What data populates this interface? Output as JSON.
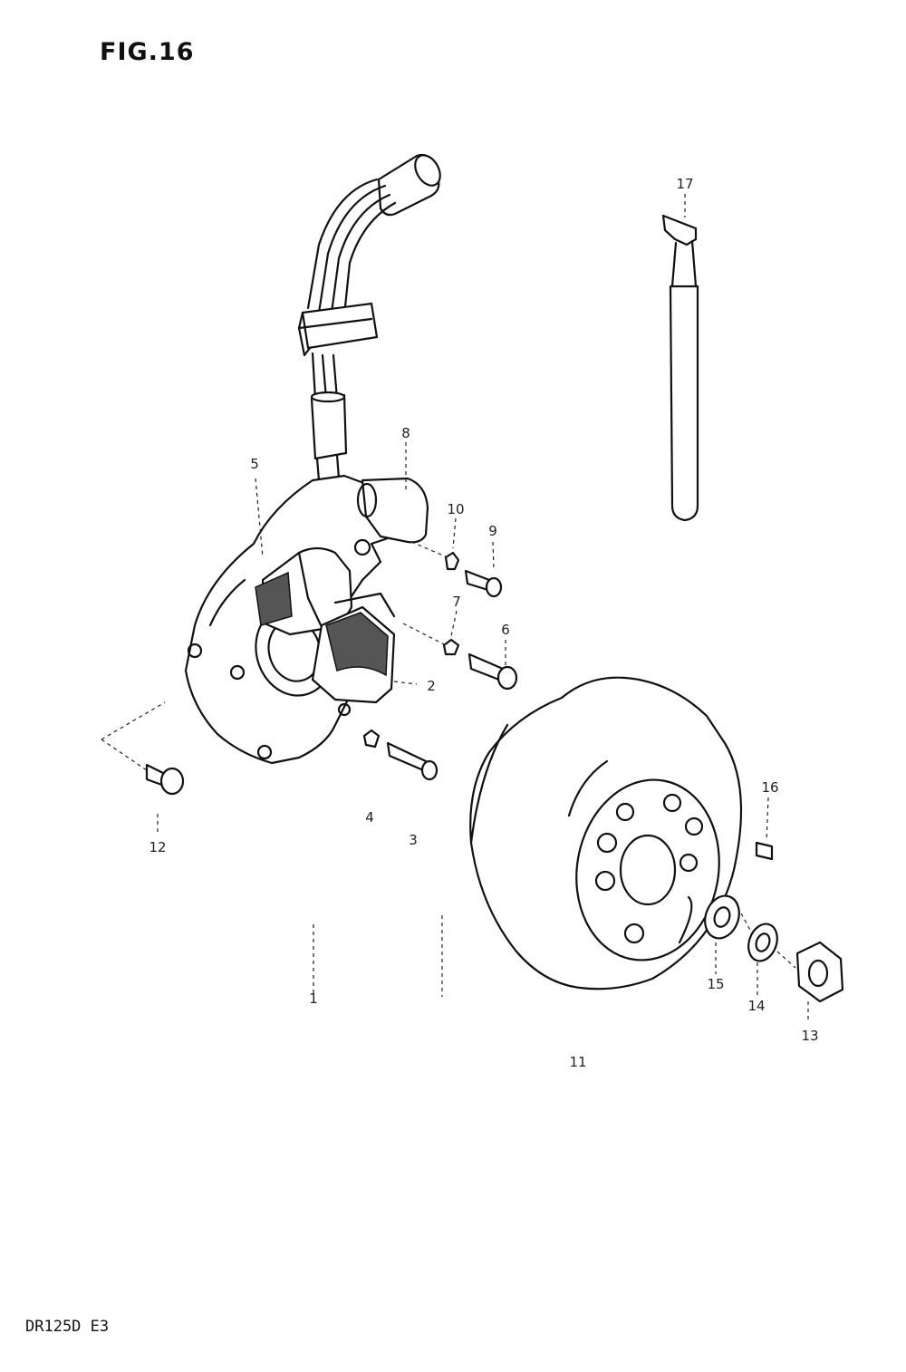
{
  "figure": {
    "title": "FIG.16",
    "model_code": "DR125D E3"
  },
  "callouts": [
    {
      "id": "1",
      "text": "1"
    },
    {
      "id": "2",
      "text": "2"
    },
    {
      "id": "3",
      "text": "3"
    },
    {
      "id": "4",
      "text": "4"
    },
    {
      "id": "5",
      "text": "5"
    },
    {
      "id": "6",
      "text": "6"
    },
    {
      "id": "7",
      "text": "7"
    },
    {
      "id": "8",
      "text": "8"
    },
    {
      "id": "9",
      "text": "9"
    },
    {
      "id": "10",
      "text": "10"
    },
    {
      "id": "11",
      "text": "11"
    },
    {
      "id": "12",
      "text": "12"
    },
    {
      "id": "13",
      "text": "13"
    },
    {
      "id": "14",
      "text": "14"
    },
    {
      "id": "15",
      "text": "15"
    },
    {
      "id": "16",
      "text": "16"
    },
    {
      "id": "17",
      "text": "17"
    }
  ]
}
